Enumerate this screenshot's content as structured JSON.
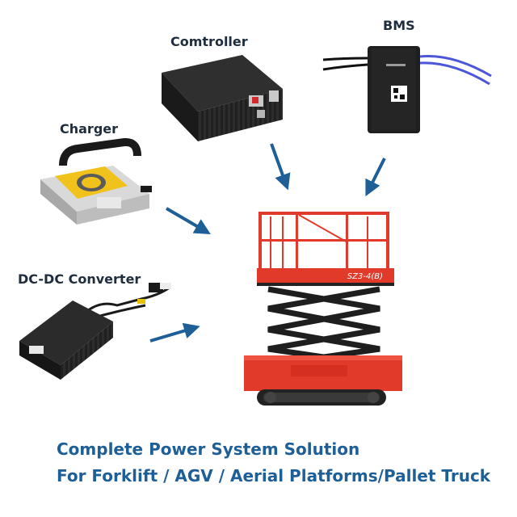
{
  "labels": {
    "controller": "Comtroller",
    "bms": "BMS",
    "charger": "Charger",
    "dcdc": "DC-DC Converter"
  },
  "lift_plate": "SZ3-4(B)",
  "footer": {
    "line1": "Complete Power System Solution",
    "line2": "For Forklift / AGV / Aerial Platforms/Pallet Truck"
  },
  "colors": {
    "headline": "#1f5f97",
    "arrow": "#1f5f97",
    "lift_red": "#e23a2a",
    "device_black": "#1c1c1c"
  }
}
